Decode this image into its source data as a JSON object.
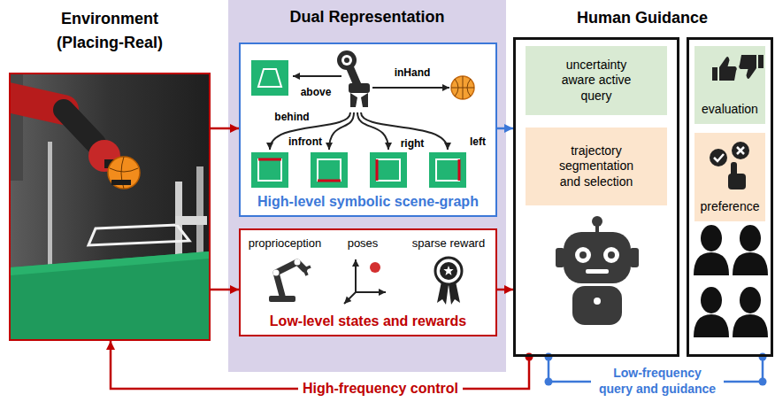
{
  "diagram": {
    "nodes": [
      {
        "text": [
          "Environment (Placing-Real)"
        ]
      },
      {
        "text": [
          "Dual Representation"
        ]
      },
      {
        "text": [
          "High-level symbolic scene-graph"
        ],
        "in": 1
      },
      {
        "text": [
          "Low-level states and rewards"
        ],
        "in": 1
      },
      {
        "text": []
      },
      {
        "text": [
          "uncertainty aware active query"
        ],
        "in": 4
      },
      {
        "text": [
          "trajectory segmentation and selection"
        ],
        "in": 4
      },
      {
        "text": []
      },
      {
        "text": [
          "evaluation"
        ],
        "in": 7
      },
      {
        "text": [
          "preference"
        ],
        "in": 7
      }
    ],
    "edges": [
      {
        "from": 0,
        "to": 2,
        "arrow": "to"
      },
      {
        "from": 0,
        "to": 3,
        "arrow": "to"
      },
      {
        "from": 2,
        "to": 4,
        "arrow": "to"
      },
      {
        "from": 3,
        "to": 4,
        "arrow": "to"
      },
      {
        "from": 4,
        "to": 0,
        "arrow": "to",
        "label": "High-frequency control"
      },
      {
        "from": 4,
        "to": 7,
        "arrow": "none",
        "label": "Low-frequency query and guidance"
      }
    ],
    "labels": [
      "Human Guidance",
      "above",
      "inHand",
      "behind",
      "infront",
      "right",
      "left",
      "proprioception",
      "poses",
      "sparse reward"
    ]
  }
}
